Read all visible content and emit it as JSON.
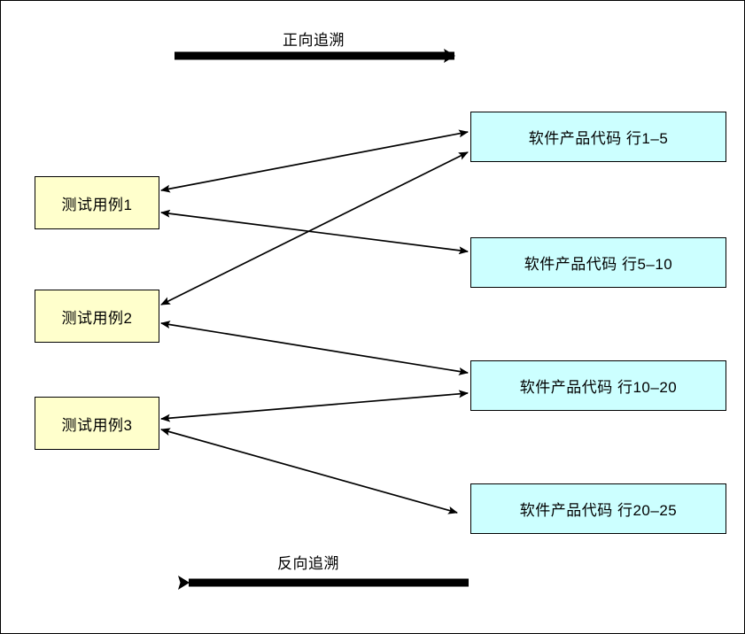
{
  "diagram": {
    "title": "Traceability diagram between test cases and software product code",
    "colors": {
      "test_case_fill": "#ffffcc",
      "code_fill": "#ccffff",
      "border": "#000000",
      "arrow": "#000000",
      "canvas": "#ffffff"
    },
    "banners": {
      "forward": {
        "label": "正向追溯",
        "direction": "right",
        "icon": "arrow-right-icon"
      },
      "backward": {
        "label": "反向追溯",
        "direction": "left",
        "icon": "arrow-left-icon"
      }
    },
    "test_cases": [
      {
        "id": "test-case-1",
        "label": "测试用例1"
      },
      {
        "id": "test-case-2",
        "label": "测试用例2"
      },
      {
        "id": "test-case-3",
        "label": "测试用例3"
      }
    ],
    "code_blocks": [
      {
        "id": "code-block-1",
        "label": "软件产品代码 行1–5"
      },
      {
        "id": "code-block-2",
        "label": "软件产品代码 行5–10"
      },
      {
        "id": "code-block-3",
        "label": "软件产品代码 行10–20"
      },
      {
        "id": "code-block-4",
        "label": "软件产品代码 行20–25"
      }
    ],
    "links": [
      {
        "from": "test-case-1",
        "to": "code-block-1",
        "style": "double-headed-arrow"
      },
      {
        "from": "test-case-1",
        "to": "code-block-3",
        "style": "double-headed-arrow"
      },
      {
        "from": "test-case-2",
        "to": "code-block-1",
        "style": "double-headed-arrow"
      },
      {
        "from": "test-case-2",
        "to": "code-block-3",
        "style": "double-headed-arrow"
      },
      {
        "from": "test-case-3",
        "to": "code-block-3",
        "style": "double-headed-arrow"
      },
      {
        "from": "test-case-3",
        "to": "code-block-4",
        "style": "double-headed-arrow"
      }
    ]
  }
}
